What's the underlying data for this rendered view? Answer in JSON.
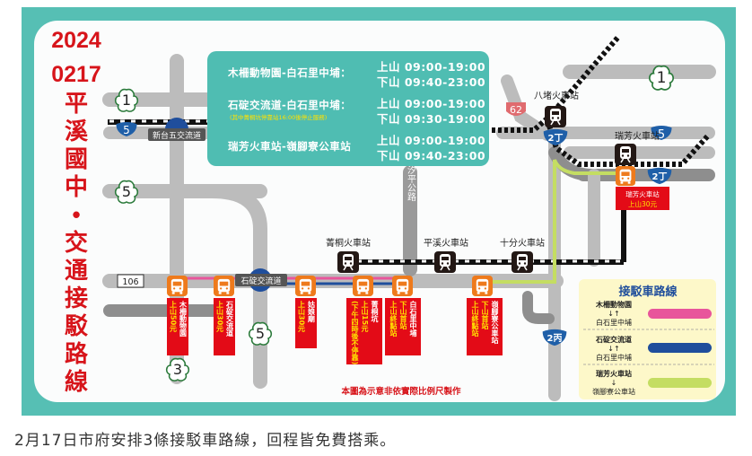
{
  "poster": {
    "year": "2024",
    "date": "0217",
    "title_chars": [
      "平",
      "溪",
      "國",
      "中",
      "•",
      "交",
      "通",
      "接",
      "駁",
      "路",
      "線"
    ],
    "colors": {
      "frame": "#56bfb4",
      "title_red": "#d7141a",
      "road_gray": "#b9b9b9",
      "road_dark": "#8a8a8a",
      "schedule_bg": "#4fbdb2",
      "route_pink": "#e8559b",
      "route_blue": "#1f4e9c",
      "route_green": "#c4dd62",
      "bus_orange": "#ee7a1c",
      "label_red": "#e30b17",
      "label_yellow": "#ffe100",
      "legend_bg": "#fdf8c9"
    }
  },
  "schedule": {
    "rows": [
      {
        "route": "木柵動物園-白石里中埔",
        "sep": "：",
        "up_label": "上山",
        "up_time": "09:00-19:00",
        "down_label": "下山",
        "down_time": "09:40-23:00",
        "note": ""
      },
      {
        "route": "石碇交流道-白石里中埔",
        "sep": "：",
        "up_label": "上山",
        "up_time": "09:00-19:00",
        "down_label": "下山",
        "down_time": "09:30-19:00",
        "note": "(其中菁桐坑停靠站16:00後停止服務)"
      },
      {
        "route": "瑞芳火車站-嶺腳寮公車站",
        "sep": "",
        "up_label": "上山",
        "up_time": "09:00-19:00",
        "down_label": "下山",
        "down_time": "09:40-23:00",
        "note": ""
      }
    ]
  },
  "map": {
    "road_badges": {
      "prov1_left": "1",
      "prov5_left": "5",
      "prov5_mid": "5",
      "prov5_bottom": "5",
      "prov3": "3",
      "prov1_right": "1",
      "nat5_left": "5",
      "nat5_right": "5",
      "county106": "106",
      "county62": "62",
      "r2ding_a": "2丁",
      "r2ding_b": "2丁",
      "r2bing": "2丙"
    },
    "interchanges": {
      "xintaiwu": "新台五交流道",
      "shiding": "石碇交流道"
    },
    "road_name_vertical": "汐平公路",
    "stations": {
      "badu": "八堵火車站",
      "ruifang": "瑞芳火車站",
      "jingtong": "菁桐火車站",
      "pingxi": "平溪火車站",
      "shifen": "十分火車站"
    },
    "ruifang_box": {
      "name": "瑞芳火車站",
      "fare": "上山30元"
    },
    "bus_stops": [
      {
        "name": "木柵動物園",
        "info": "上山50元",
        "info2": ""
      },
      {
        "name": "石碇交流道",
        "info": "上山30元",
        "info2": ""
      },
      {
        "name": "姑娘廟",
        "info": "上山30元",
        "info2": ""
      },
      {
        "name": "菁桐坑",
        "info": "上山15元",
        "info2": "(下午四時後不停靠)"
      },
      {
        "name": "白石里中埔",
        "info": "下山首站",
        "info2": "上山終點站"
      },
      {
        "name": "嶺腳寮公車站",
        "info": "下山首站",
        "info2": "上山終點站"
      }
    ],
    "disclaimer": "本圖為示意非依實際比例尺製作"
  },
  "legend": {
    "title": "接駁車路線",
    "items": [
      {
        "from": "木柵動物園",
        "arrow": "↓↑",
        "to": "白石里中埔",
        "color": "#e8559b"
      },
      {
        "from": "石碇交流道",
        "arrow": "↓↑",
        "to": "白石里中埔",
        "color": "#1f4e9c"
      },
      {
        "from": "瑞芳火車站",
        "arrow": "↓",
        "to": "嶺腳寮公車站",
        "color": "#c4dd62"
      }
    ]
  },
  "caption": "2月17日市府安排3條接駁車路線，回程皆免費搭乘。"
}
